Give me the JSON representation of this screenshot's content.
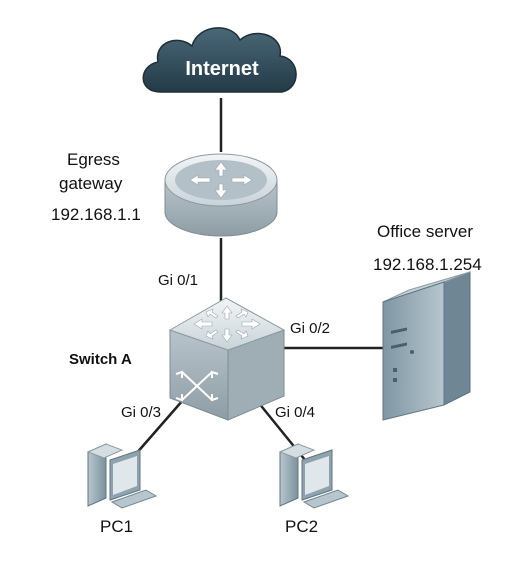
{
  "nodes": {
    "internet": {
      "label": "Internet",
      "icon": "cloud-icon"
    },
    "gateway": {
      "label_line1": "Egress",
      "label_line2": "gateway",
      "ip": "192.168.1.1",
      "icon": "router-icon"
    },
    "switch_a": {
      "label": "Switch A",
      "icon": "switch-icon"
    },
    "office_server": {
      "label": "Office server",
      "ip": "192.168.1.254",
      "icon": "server-icon"
    },
    "pc1": {
      "label": "PC1",
      "icon": "pc-icon"
    },
    "pc2": {
      "label": "PC2",
      "icon": "pc-icon"
    }
  },
  "ports": {
    "gi01": "Gi 0/1",
    "gi02": "Gi 0/2",
    "gi03": "Gi 0/3",
    "gi04": "Gi 0/4"
  },
  "colors": {
    "cloud": "#2f4a5a",
    "device_top": "#dfe6ea",
    "device_side": "#a9b6bd",
    "arrow": "#ffffff",
    "link": "#222222"
  }
}
